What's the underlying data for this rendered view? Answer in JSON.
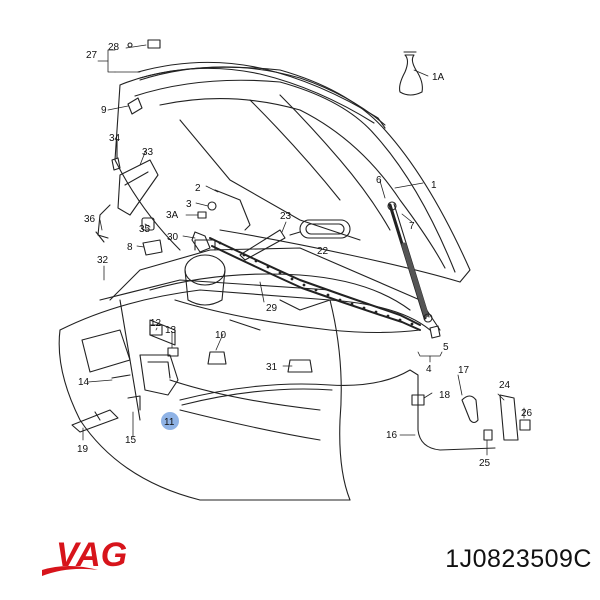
{
  "brand": {
    "logo_text": "VAG",
    "logo_color": "#d7141b"
  },
  "part_number": "1J0823509C",
  "highlight_color": "#8fb3e6",
  "callouts": [
    "27",
    "28",
    "9",
    "34",
    "33",
    "2",
    "3",
    "3A",
    "36",
    "35",
    "30",
    "8",
    "32",
    "23",
    "22",
    "6",
    "1",
    "7",
    "1A",
    "29",
    "12",
    "13",
    "10",
    "31",
    "4",
    "5",
    "14",
    "15",
    "11",
    "19",
    "17",
    "18",
    "24",
    "26",
    "16",
    "25"
  ]
}
